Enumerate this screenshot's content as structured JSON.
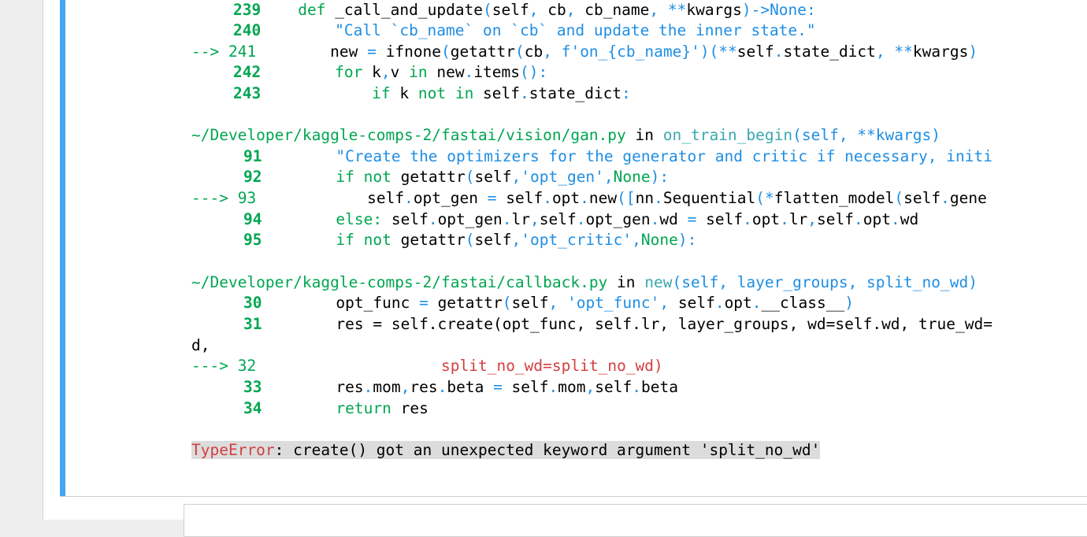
{
  "colors": {
    "cell_bar": "#42a5f5",
    "green": "#00a651",
    "blue": "#1f8ee3",
    "cyan": "#3aa8b0",
    "red": "#d33f3f",
    "error_highlight": "#dcdcdc"
  },
  "traceback": {
    "frame1": {
      "l239": {
        "num": "239",
        "keyword": "def",
        "fn": "_call_and_update",
        "p1": "(",
        "args1": "self",
        "comma1": ",",
        "args2": " cb",
        "comma2": ",",
        "args3": " cb_name",
        "comma3": ",",
        "stars": " **",
        "args4": "kwargs",
        "ret": ")->None:"
      },
      "l240": {
        "num": "240",
        "text": "\"Call `cb_name` on `cb` and update the inner state.\""
      },
      "l241": {
        "arrow": "-->",
        "num": "241",
        "a": "new ",
        "eq": "=",
        "b": " ifnone",
        "p": "(",
        "c": "getattr",
        "p2": "(",
        "d": "cb",
        "cm": ",",
        "fstr": " f'on_{cb_name}'",
        "p3": ")(",
        "st": "**",
        "e": "self",
        "dot": ".",
        "f": "state_dict",
        "cm2": ",",
        "st2": " **",
        "g": "kwargs",
        "p4": ")"
      },
      "l242": {
        "num": "242",
        "kw": "for",
        "a": " k",
        "cm": ",",
        "b": "v ",
        "kw2": "in",
        "c": " new",
        "dot": ".",
        "d": "items",
        "p": "():"
      },
      "l243": {
        "num": "243",
        "kw": "if",
        "a": " k ",
        "kw2": "not",
        "sp": " ",
        "kw3": "in",
        "b": " self",
        "dot": ".",
        "c": "state_dict",
        "p": ":"
      }
    },
    "frame2": {
      "path": "~/Developer/kaggle-comps-2/fastai/vision/gan.py",
      "in": " in ",
      "fn": "on_train_begin",
      "args": "(self, **kwargs)",
      "l91": {
        "num": "91",
        "text": "\"Create the optimizers for the generator and critic if necessary, initi"
      },
      "l92": {
        "num": "92",
        "kw": "if",
        "kw2": " not",
        "a": " getattr",
        "p": "(",
        "b": "self",
        "cm": ",",
        "s": "'opt_gen'",
        "cm2": ",",
        "c": "None",
        "p2": "):"
      },
      "l93": {
        "arrow": "--->",
        "num": "93",
        "a": "self",
        "dot": ".",
        "b": "opt_gen ",
        "eq": "=",
        "c": " self",
        "dot2": ".",
        "d": "opt",
        "dot3": ".",
        "e": "new",
        "p": "([",
        "f": "nn",
        "dot4": ".",
        "g": "Sequential",
        "p2": "(*",
        "h": "flatten_model",
        "p3": "(",
        "i": "self",
        "dot5": ".",
        "j": "gene"
      },
      "l94": {
        "num": "94",
        "kw": "else:",
        "a": " self",
        "d1": ".",
        "b": "opt_gen",
        "d2": ".",
        "c": "lr",
        "cm": ",",
        "e": "self",
        "d3": ".",
        "f": "opt_gen",
        "d4": ".",
        "g": "wd ",
        "eq": "=",
        "h": " self",
        "d5": ".",
        "i": "opt",
        "d6": ".",
        "j": "lr",
        "cm2": ",",
        "k": "self",
        "d7": ".",
        "l": "opt",
        "d8": ".",
        "m": "wd"
      },
      "l95": {
        "num": "95",
        "kw": "if",
        "kw2": " not",
        "a": " getattr",
        "p": "(",
        "b": "self",
        "cm": ",",
        "s": "'opt_critic'",
        "cm2": ",",
        "c": "None",
        "p2": "):"
      }
    },
    "frame3": {
      "path": "~/Developer/kaggle-comps-2/fastai/callback.py",
      "in": " in ",
      "fn": "new",
      "args": "(self, layer_groups, split_no_wd)",
      "l30": {
        "num": "30",
        "a": "opt_func ",
        "eq": "=",
        "b": " getattr",
        "p": "(",
        "c": "self",
        "cm": ",",
        "s": " 'opt_func'",
        "cm2": ",",
        "d": " self",
        "dot": ".",
        "e": "opt",
        "dot2": ".",
        "f": "__class__",
        "p2": ")"
      },
      "l31": {
        "num": "31",
        "text": "res = self.create(opt_func, self.lr, layer_groups, wd=self.wd, true_wd="
      },
      "wrap": "d,",
      "l32": {
        "arrow": "--->",
        "num": "32",
        "text": "split_no_wd=split_no_wd)"
      },
      "l33": {
        "num": "33",
        "a": "res",
        "d1": ".",
        "b": "mom",
        "cm": ",",
        "c": "res",
        "d2": ".",
        "d": "beta ",
        "eq": "=",
        "e": " self",
        "d3": ".",
        "f": "mom",
        "cm2": ",",
        "g": "self",
        "d4": ".",
        "h": "beta"
      },
      "l34": {
        "num": "34",
        "kw": "return",
        "a": " res"
      }
    },
    "error": {
      "type": "TypeError",
      "message": ": create() got an unexpected keyword argument 'split_no_wd'"
    }
  }
}
